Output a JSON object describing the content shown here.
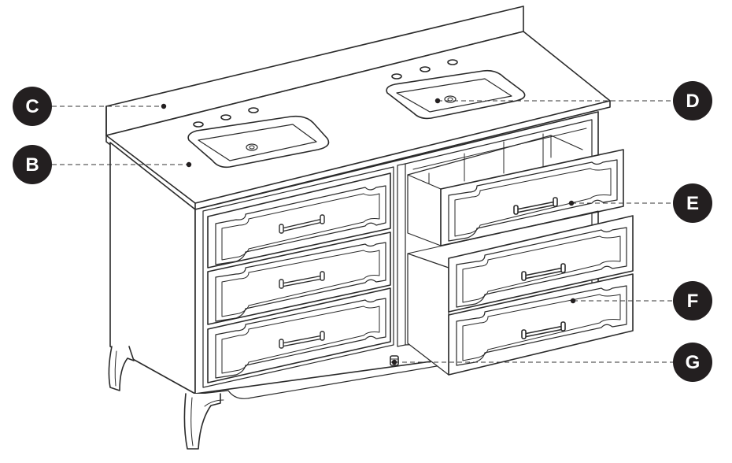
{
  "callouts": [
    {
      "letter": "C",
      "part": "backsplash"
    },
    {
      "letter": "B",
      "part": "countertop"
    },
    {
      "letter": "D",
      "part": "sink"
    },
    {
      "letter": "E",
      "part": "drawer"
    },
    {
      "letter": "F",
      "part": "lower-drawer"
    },
    {
      "letter": "G",
      "part": "leveling-foot"
    }
  ],
  "colors": {
    "line": "#2a2a2a",
    "badge": "#231f20",
    "badge_text": "#ffffff",
    "background": "#ffffff",
    "leader": "#333333"
  }
}
